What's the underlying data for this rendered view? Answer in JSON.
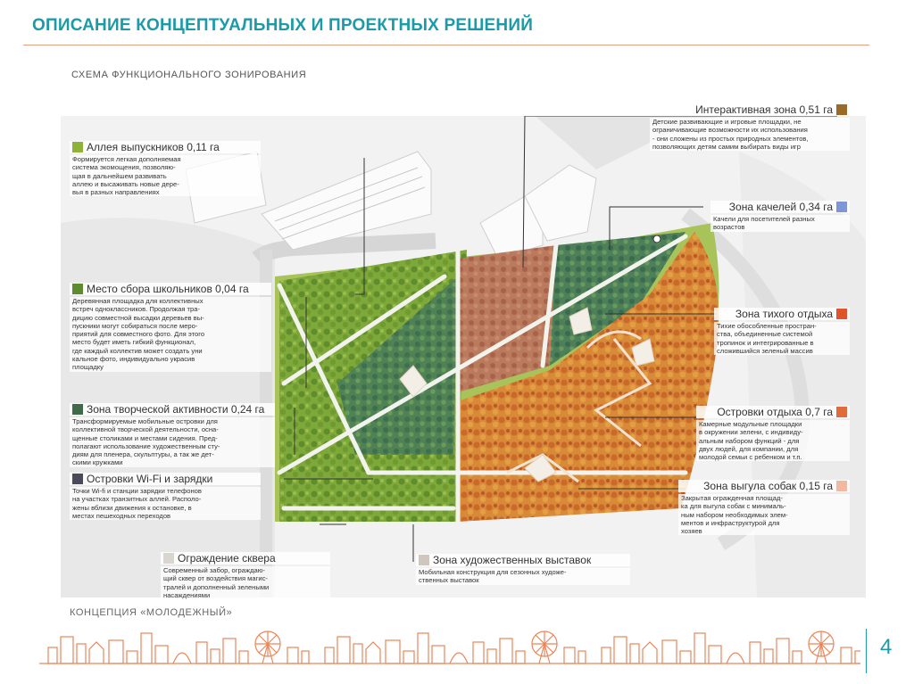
{
  "header": {
    "title": "ОПИСАНИЕ КОНЦЕПТУАЛЬНЫХ И ПРОЕКТНЫХ РЕШЕНИЙ",
    "subtitle": "СХЕМА ФУНКЦИОНАЛЬНОГО ЗОНИРОВАНИЯ"
  },
  "footer": {
    "concept": "КОНЦЕПЦИЯ «МОЛОДЕЖНЫЙ»",
    "page_number": "4"
  },
  "colors": {
    "accent": "#1b9aa8",
    "rule": "#e8a27d",
    "skyline": "#e8865a"
  },
  "zones": {
    "alley": {
      "title": "Аллея выпускников 0,11 га",
      "color": "#8fb33a",
      "desc": [
        "Формируется легкая дополняемая",
        "система экомощения, позволяю-",
        "щая в дальнейшем развивать",
        "аллею и высаживать новые дере-",
        "вья в разных направлениях"
      ]
    },
    "school": {
      "title": "Место сбора школьников 0,04 га",
      "color": "#5f8a2e",
      "desc": [
        "Деревянная площадка для коллективных",
        "встреч одноклассников. Продолжая тра-",
        "дицию совместной высадки деревьев вы-",
        "пускники могут собираться после меро-",
        "приятий для совместного фото. Для этого",
        "место будет иметь гибкий функционал,",
        "где каждый коллектив может создать уни",
        "кальное фото, индивидуально украсив",
        "площадку"
      ]
    },
    "creative": {
      "title": "Зона творческой активности 0,24 га",
      "color": "#3f6b4a",
      "desc": [
        "Трансформируемые мобильные островки для",
        "коллективной творческой деятельности, осна-",
        "щенные столиками и местами сидения. Пред-",
        "полагают использование художественным сту-",
        "диям для пленера, скульптуры, а так же дет-",
        "скими кружками"
      ]
    },
    "wifi": {
      "title": "Островки Wi-Fi  и зарядки",
      "color": "#4b4a5a",
      "desc": [
        "Точки Wi-fi и станции зарядки телефонов",
        "на участках транзитных аллей. Располо-",
        "жены вблизи движения к остановке, в",
        "местах пешеходных переходов"
      ]
    },
    "fence": {
      "title": "Ограждение сквера",
      "color": "#d9d6d0",
      "desc": [
        "Современный забор, ограждаю-",
        "щий сквер от воздействия магис-",
        "тралей и дополненный зелеными",
        "насаждениями"
      ]
    },
    "art": {
      "title": "Зона художественных выставок",
      "color": "#cfc6bd",
      "desc": [
        "Мобильная конструкция для сезонных художе-",
        "ственных выставок"
      ]
    },
    "interactive": {
      "title": "Интерактивная зона 0,51 га",
      "color": "#9a6a26",
      "desc": [
        "Детские развивающие и игровые площадки, не",
        "ограничивающие возможности их использования",
        "- они сложены из простых природных элементов,",
        "позволяющих детям самим выбирать виды игр"
      ]
    },
    "swings": {
      "title": "Зона качелей 0,34 га",
      "color": "#7f96d6",
      "desc": [
        "Качели для посетителей разных",
        "возрастов"
      ]
    },
    "quiet": {
      "title": "Зона тихого отдыха",
      "color": "#e0542a",
      "desc": [
        "Тихие обособленные простран-",
        "ства, объединенные системой",
        "тропинок и интегрированные в",
        "сложившийся зеленый массив"
      ]
    },
    "islands": {
      "title": "Островки отдыха 0,7 га",
      "color": "#e06a3a",
      "desc": [
        "Камерные модульные площадки",
        "в окружении зелени, с индивиду-",
        "альным набором функций - для",
        "двух людей, для компании, для",
        "молодой семьи с ребенком и т.п."
      ]
    },
    "dogs": {
      "title": "Зона выгула собак 0,15 га",
      "color": "#f2b9a2",
      "desc": [
        "Закрытая огражденная площад-",
        "ка для выгула собак с минималь-",
        "ным набором необходимых элем-",
        "ментов и инфраструктурой для",
        "хозяев"
      ]
    }
  }
}
